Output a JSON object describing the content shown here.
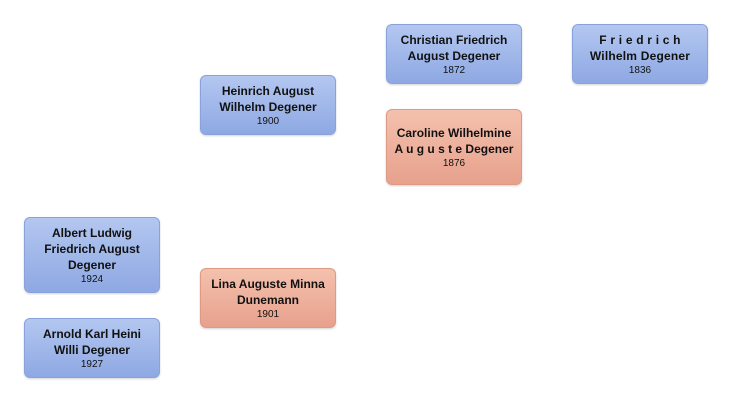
{
  "people": {
    "friedrich": {
      "name": "F r i e d r i c h Wilhelm Degener",
      "year": "1836",
      "gender": "male"
    },
    "christian": {
      "name": "Christian Friedrich August Degener",
      "year": "1872",
      "gender": "male"
    },
    "caroline": {
      "name": "Caroline Wilhelmine A u g u s t e Degener",
      "year": "1876",
      "gender": "female"
    },
    "heinrich": {
      "name": "Heinrich August Wilhelm Degener",
      "year": "1900",
      "gender": "male"
    },
    "lina": {
      "name": "Lina Auguste Minna Dunemann",
      "year": "1901",
      "gender": "female"
    },
    "albert": {
      "name": "Albert Ludwig Friedrich August Degener",
      "year": "1924",
      "gender": "male"
    },
    "arnold": {
      "name": "Arnold Karl Heini Willi Degener",
      "year": "1927",
      "gender": "male"
    }
  },
  "colors": {
    "male_box": "#9db5ea",
    "female_box": "#eeb09b"
  }
}
